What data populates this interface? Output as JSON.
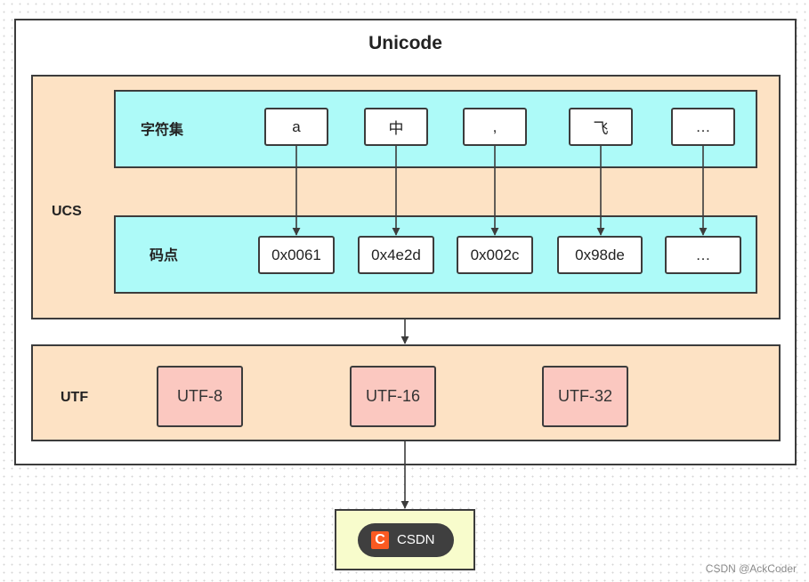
{
  "title": "Unicode",
  "ucs": {
    "label": "UCS",
    "charset": {
      "label": "字符集",
      "chars": [
        "a",
        "中",
        ",",
        "飞",
        "…"
      ]
    },
    "codepoints": {
      "label": "码点",
      "values": [
        "0x0061",
        "0x4e2d",
        "0x002c",
        "0x98de",
        "…"
      ]
    }
  },
  "utf": {
    "label": "UTF",
    "encodings": [
      "UTF-8",
      "UTF-16",
      "UTF-32"
    ]
  },
  "csdn": {
    "logo_letter": "C",
    "text": "CSDN"
  },
  "watermark": "CSDN @AckCoder"
}
